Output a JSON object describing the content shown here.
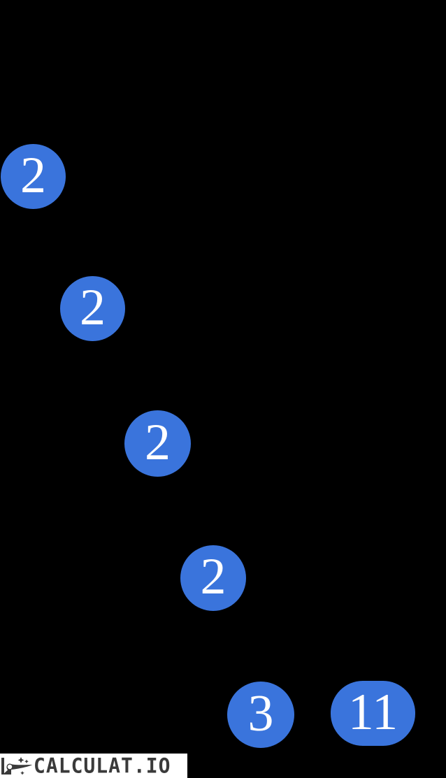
{
  "colors": {
    "background": "#000000",
    "node_fill": "#3A74DC",
    "node_text": "#FFFFFF",
    "logo_background": "#FFFFFF",
    "logo_text_color": "#3A3A3A"
  },
  "factor_tree": {
    "type": "factor-tree-leaves",
    "nodes": [
      {
        "value": "2"
      },
      {
        "value": "2"
      },
      {
        "value": "2"
      },
      {
        "value": "2"
      },
      {
        "value": "3"
      },
      {
        "value": "11"
      }
    ]
  },
  "logo": {
    "text": "CALCULAT.IO",
    "icon": "rocket-icon"
  }
}
